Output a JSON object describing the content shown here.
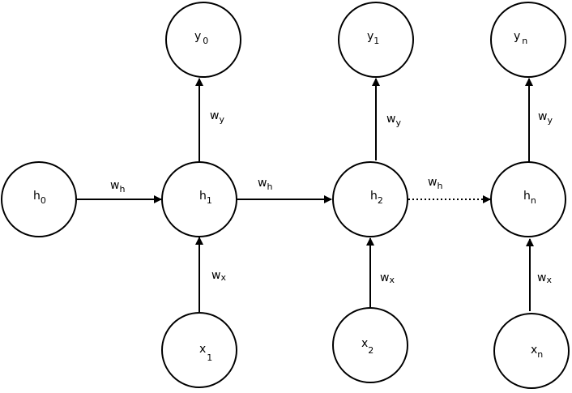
{
  "nodes": {
    "h0": {
      "main": "h",
      "sub": "0"
    },
    "h1": {
      "main": "h",
      "sub": "1"
    },
    "h2": {
      "main": "h",
      "sub": "2"
    },
    "hn": {
      "main": "h",
      "sub": "n"
    },
    "y0": {
      "main": "y",
      "sub": "0"
    },
    "y1": {
      "main": "y",
      "sub": "1"
    },
    "yn": {
      "main": "y",
      "sub": "n"
    },
    "x1": {
      "main": "x",
      "sub": "1"
    },
    "x2": {
      "main": "x",
      "sub": "2"
    },
    "xn": {
      "main": "x",
      "sub": "n"
    }
  },
  "edge_labels": {
    "h0_h1": {
      "main": "w",
      "sub": "h"
    },
    "h1_h2": {
      "main": "w",
      "sub": "h"
    },
    "h2_hn": {
      "main": "w",
      "sub": "h"
    },
    "h1_y0": {
      "main": "w",
      "sub": "y"
    },
    "h2_y1": {
      "main": "w",
      "sub": "y"
    },
    "hn_yn": {
      "main": "w",
      "sub": "y"
    },
    "x1_h1": {
      "main": "w",
      "sub": "x"
    },
    "x2_h2": {
      "main": "w",
      "sub": "x"
    },
    "xn_hn": {
      "main": "w",
      "sub": "x"
    }
  }
}
